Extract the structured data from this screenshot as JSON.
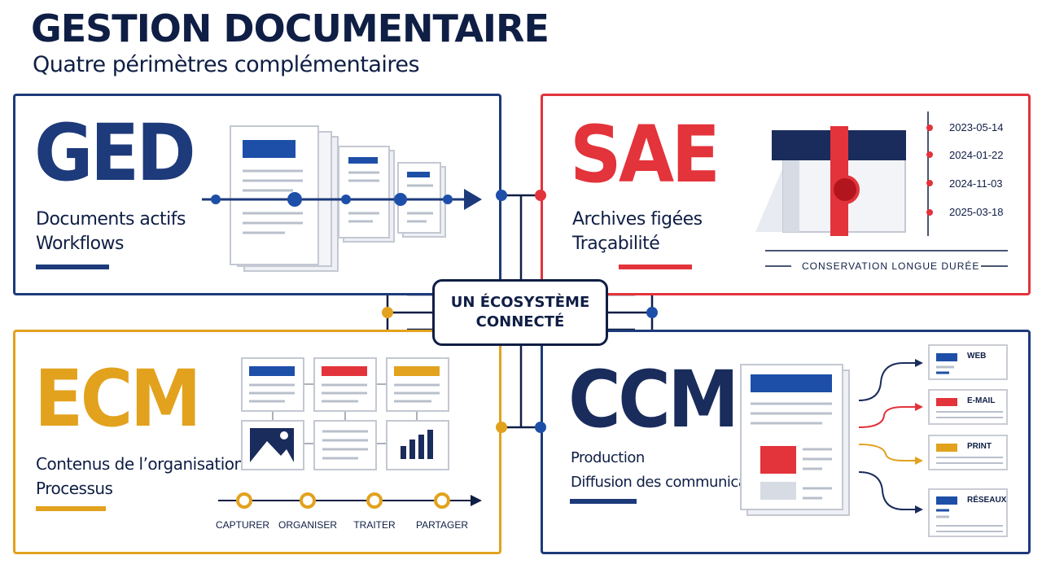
{
  "header": {
    "title": "GESTION DOCUMENTAIRE",
    "subtitle": "Quatre périmètres complémentaires"
  },
  "center": {
    "line1": "UN ÉCOSYSTÈME",
    "line2": "CONNECTÉ"
  },
  "ged": {
    "name": "GED",
    "line1": "Documents actifs",
    "line2": "Workflows",
    "color": "#1d3a7a"
  },
  "sae": {
    "name": "SAE",
    "line1": "Archives figées",
    "line2": "Traçabilité",
    "color": "#e3333b",
    "dates": [
      "2023-05-14",
      "2024-01-22",
      "2024-11-03",
      "2025-03-18"
    ],
    "footer": "CONSERVATION LONGUE DURÉE"
  },
  "ecm": {
    "name": "ECM",
    "line1": "Contenus de l’organisation",
    "line2": "Processus",
    "color": "#e2a21e",
    "steps": [
      "CAPTURER",
      "ORGANISER",
      "TRAITER",
      "PARTAGER"
    ]
  },
  "ccm": {
    "name": "CCM",
    "line1": "Production",
    "line2": "Diffusion des communications",
    "color": "#1d3a7a",
    "channels": [
      "WEB",
      "E-MAIL",
      "PRINT",
      "RÉSEAUX"
    ]
  }
}
